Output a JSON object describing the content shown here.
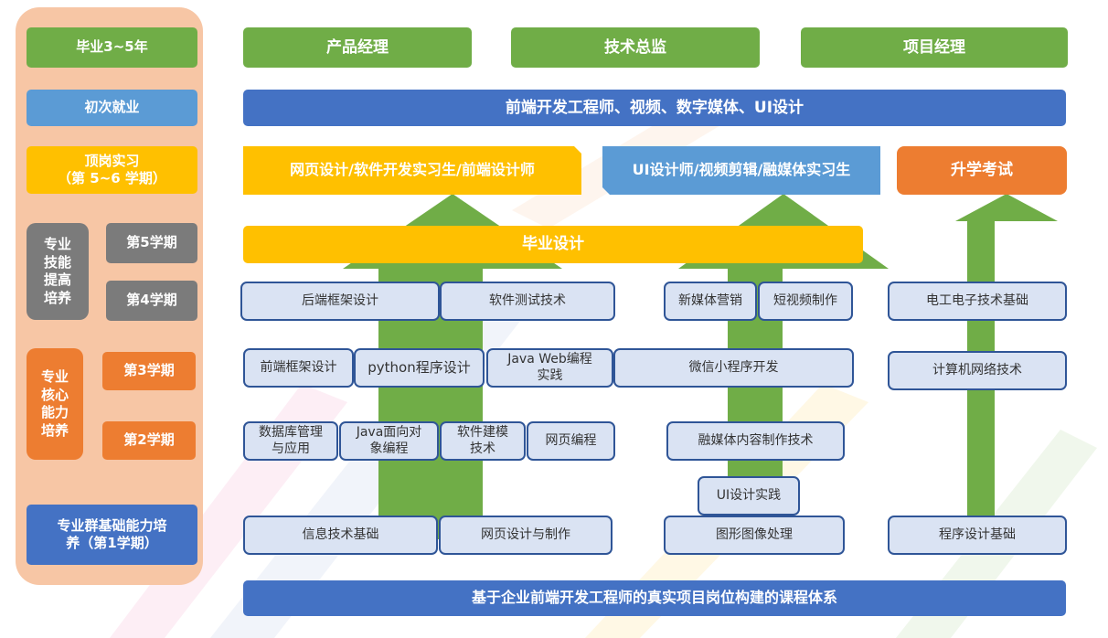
{
  "colors": {
    "green": "#70ad47",
    "blue": "#4472c4",
    "light_blue": "#5b9bd5",
    "yellow": "#ffc000",
    "orange": "#ed7d31",
    "gray": "#7b7b7b",
    "sidebar_bg": "#f7c6a5",
    "course_fill": "#dae3f3",
    "course_border": "#2f5597"
  },
  "sidebar": {
    "years": "毕业3~5年",
    "first_job": "初次就业",
    "internship": "顶岗实习\n（第 5~6 学期）",
    "skill_training": "专业\n技能\n提高\n培养",
    "term5": "第5学期",
    "term4": "第4学期",
    "core_training": "专业\n核心\n能力\n培养",
    "term3": "第3学期",
    "term2": "第2学期",
    "foundation": "专业群基础能力培\n养（第1学期）"
  },
  "career": {
    "product_manager": "产品经理",
    "tech_director": "技术总监",
    "project_manager": "项目经理",
    "first_job_roles": "前端开发工程师、视频、数字媒体、UI设计",
    "intern_left": "网页设计/软件开发实习生/前端设计师",
    "intern_mid": "UI设计师/视频剪辑/融媒体实习生",
    "further_study": "升学考试"
  },
  "graduation_design": "毕业设计",
  "courses": {
    "backend_framework": "后端框架设计",
    "software_testing": "软件测试技术",
    "new_media_marketing": "新媒体营销",
    "short_video": "短视频制作",
    "electronics": "电工电子技术基础",
    "frontend_framework": "前端框架设计",
    "python": "python程序设计",
    "java_web": "Java Web编程\n实践",
    "wechat_miniprogram": "微信小程序开发",
    "computer_network": "计算机网络技术",
    "database": "数据库管理\n与应用",
    "java_oop": "Java面向对\n象编程",
    "software_modeling": "软件建模\n技术",
    "web_programming": "网页编程",
    "media_content": "融媒体内容制作技术",
    "ui_practice": "UI设计实践",
    "it_basics": "信息技术基础",
    "web_design": "网页设计与制作",
    "graphics": "图形图像处理",
    "programming_basics": "程序设计基础"
  },
  "footer": "基于企业前端开发工程师的真实项目岗位构建的课程体系"
}
